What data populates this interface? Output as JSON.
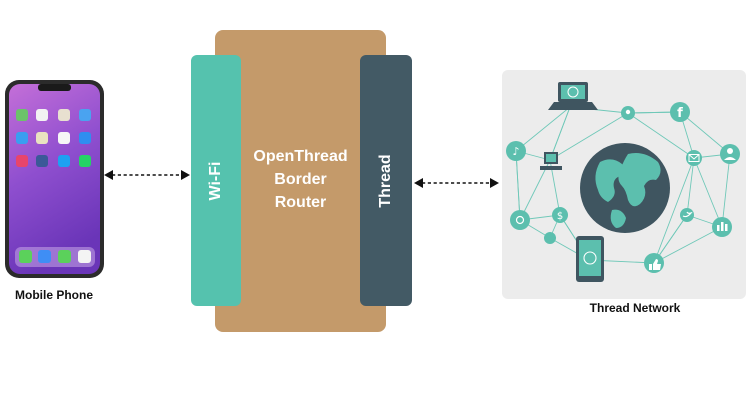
{
  "phone": {
    "label": "Mobile Phone"
  },
  "router": {
    "title_lines": [
      "OpenThread",
      "Border",
      "Router"
    ],
    "wifi_label": "Wi-Fi",
    "thread_label": "Thread"
  },
  "network": {
    "label": "Thread Network"
  },
  "colors": {
    "router_body": "#c49a6a",
    "wifi": "#55c2ae",
    "thread": "#435a65",
    "network_panel": "#ececec",
    "node": "#5cbfae"
  },
  "icons": [
    "apple-icon",
    "tv-icon",
    "globe-icon",
    "facebook-icon",
    "user-icon",
    "mail-icon",
    "twitter-icon",
    "dollar-icon",
    "music-icon",
    "camera-icon",
    "laptop-icon",
    "smartphone-icon",
    "location-icon",
    "monitor-icon",
    "chart-icon",
    "thumbs-up-icon"
  ]
}
